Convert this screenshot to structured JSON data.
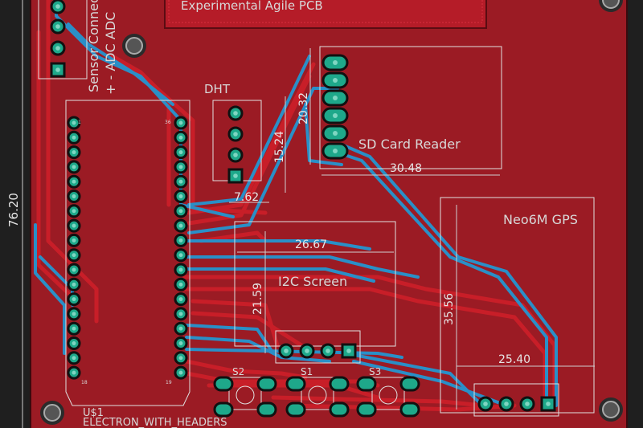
{
  "board": {
    "sensor_connector_label": "Sensor Connec",
    "adc_label": "+ - ADC ADC",
    "dht_label": "DHT",
    "sd_label": "SD Card Reader",
    "gps_label": "Neo6M GPS",
    "i2c_label": "I2C Screen",
    "top_banner": "Experimental Agile PCB",
    "u1_label": "U$1",
    "electron_label": "ELECTRON_WITH_HEADERS",
    "switches": [
      "S2",
      "S1",
      "S3"
    ],
    "pin_labels": [
      "1",
      "36",
      "18",
      "19"
    ]
  },
  "dimensions": {
    "height": "76.20",
    "sd_height": "20.32",
    "dht_height": "15.24",
    "sd_width": "30.48",
    "dht_width": "7.62",
    "i2c_width": "26.67",
    "i2c_height": "21.59",
    "gps_height": "35.56",
    "gps_width": "25.40"
  },
  "colors": {
    "copper": "#9b1b24",
    "copper_dark": "#6e0e16",
    "trace_red": "#c81e28",
    "trace_blue": "#2a8fc7",
    "pad": "#1ea88a",
    "silk": "#e0e0e0",
    "background": "#1f1f1f"
  }
}
